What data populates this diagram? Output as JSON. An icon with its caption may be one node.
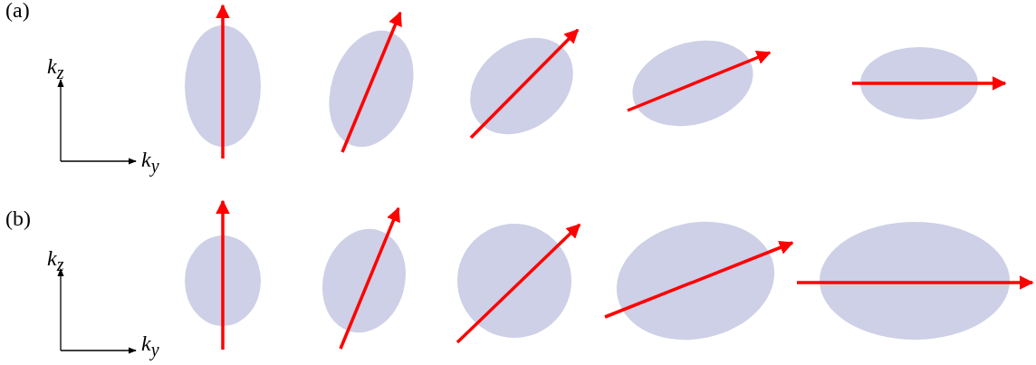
{
  "diagram": {
    "labels": [
      "(a)",
      "k$_{z}$",
      "k$_{y}$",
      "(b)",
      "k$_{z}$",
      "k$_{y}$"
    ]
  }
}
